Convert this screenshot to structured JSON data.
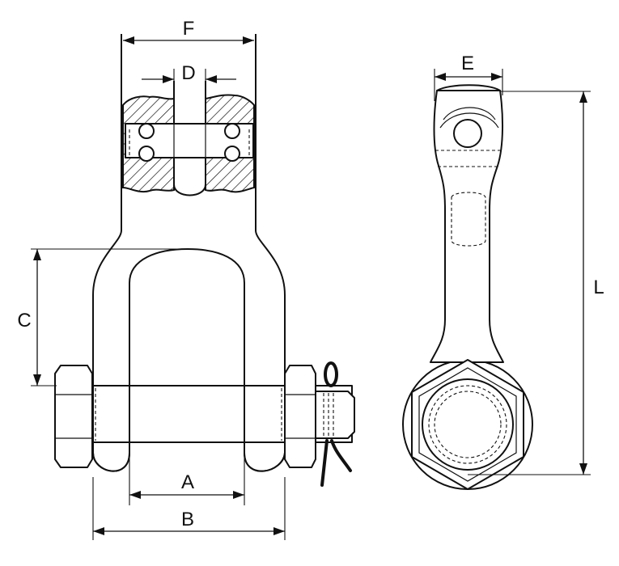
{
  "labels": {
    "a": "A",
    "b": "B",
    "c": "C",
    "d": "D",
    "e": "E",
    "f": "F",
    "l": "L"
  },
  "colors": {
    "line": "#111111",
    "background": "#ffffff"
  }
}
